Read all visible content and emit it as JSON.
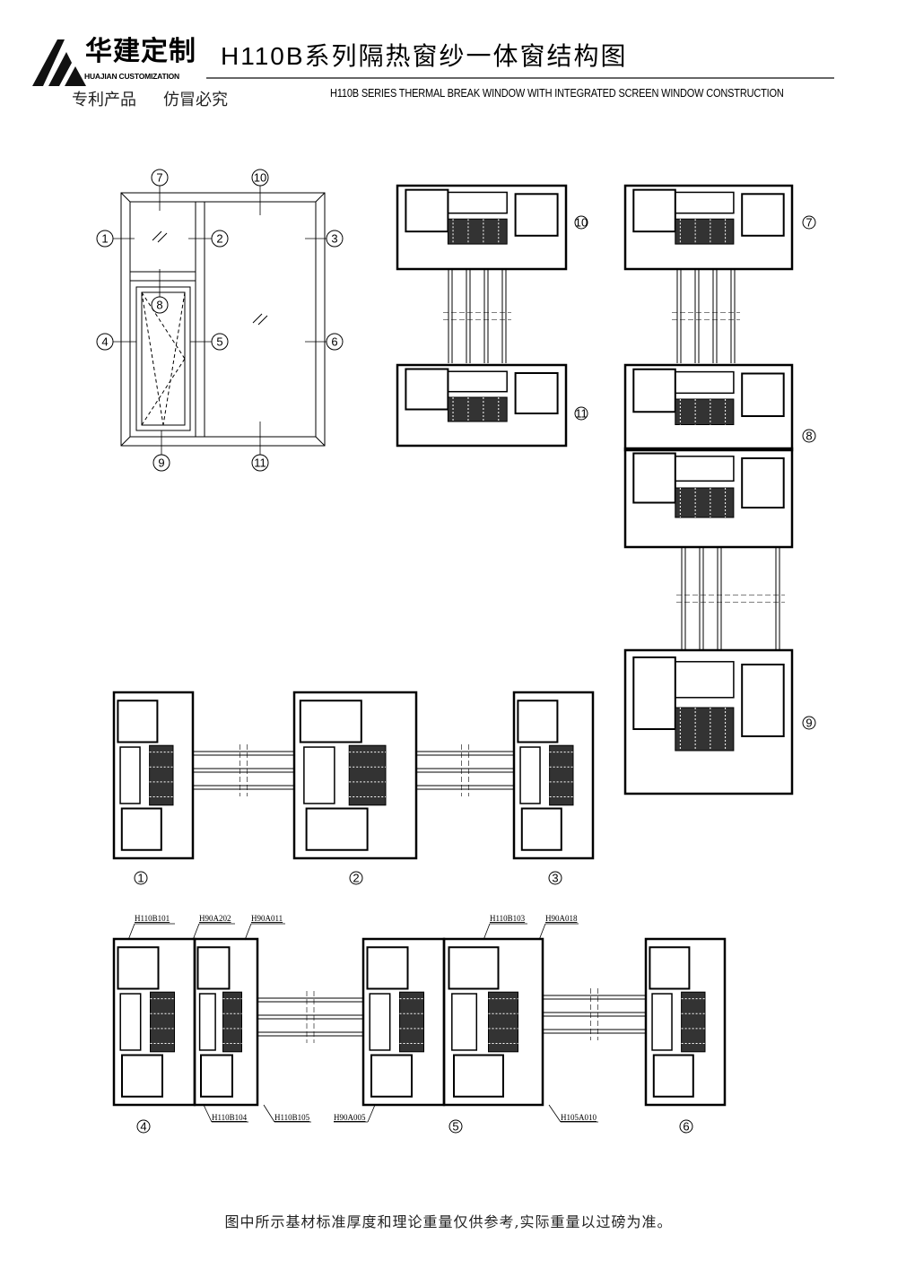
{
  "header": {
    "brand_cn": "华建定制",
    "brand_en": "HUAJIAN CUSTOMIZATION",
    "title": "H110B系列隔热窗纱一体窗结构图",
    "subtitle": "H110B  SERIES  THERMAL BREAK WINDOW WITH INTEGRATED  SCREEN  WINDOW  CONSTRUCTION",
    "patent": [
      "专利产品",
      "仿冒必究"
    ]
  },
  "elevation_labels": [
    "1",
    "2",
    "3",
    "4",
    "5",
    "6",
    "7",
    "8",
    "9",
    "10",
    "11"
  ],
  "section_labels": {
    "v1_top": "10",
    "v1_bottom": "11",
    "v2_top": "7",
    "v2_mid": "8",
    "v2_bottom": "9",
    "h1": [
      "1",
      "2",
      "3"
    ],
    "h2": [
      "4",
      "5",
      "6"
    ]
  },
  "part_codes": {
    "top": [
      "H110B101",
      "H90A202",
      "H90A011",
      "H110B103",
      "H90A018"
    ],
    "bottom": [
      "H110B104",
      "H110B105",
      "H90A005",
      "H105A010"
    ]
  },
  "footer": "图中所示基材标准厚度和理论重量仅供参考,实际重量以过磅为准。"
}
